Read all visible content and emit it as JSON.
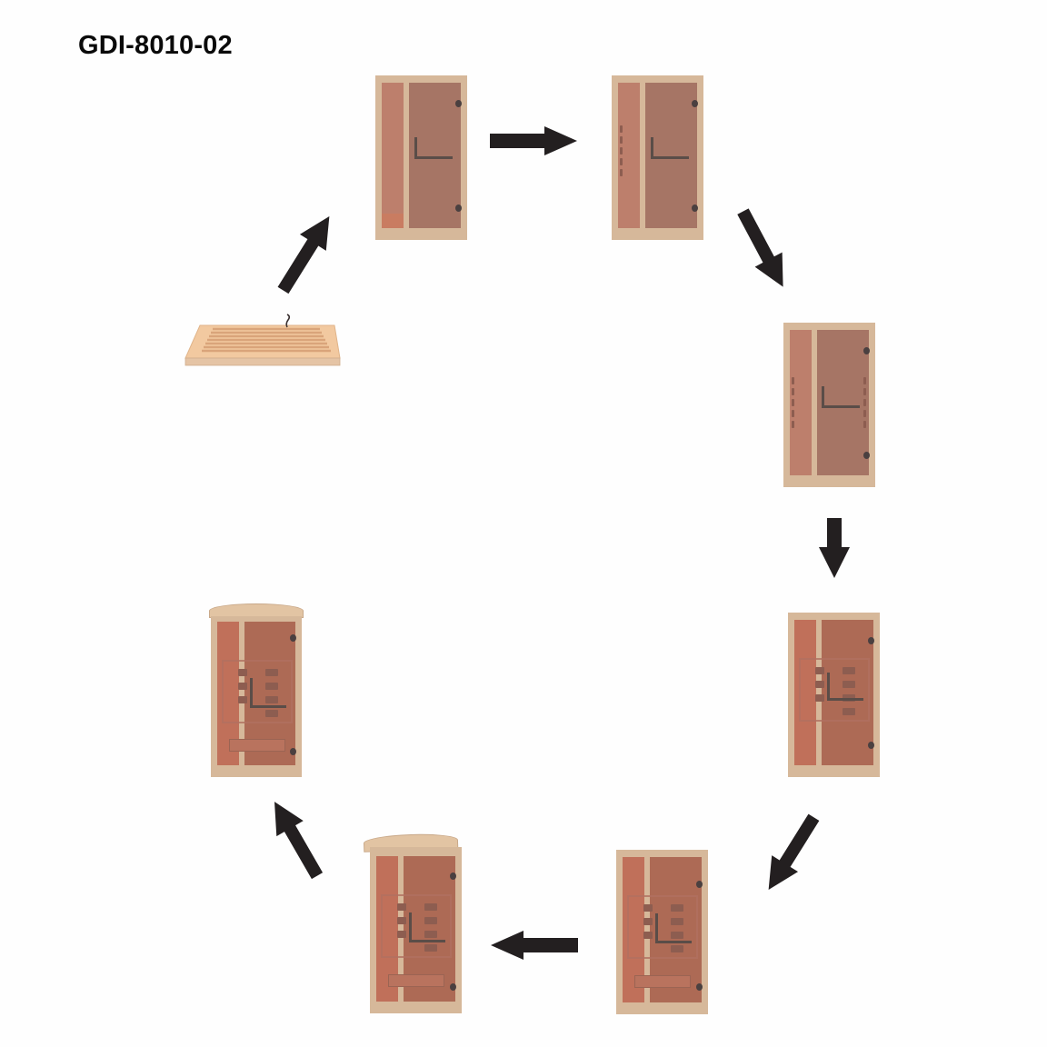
{
  "title": "GDI-8010-02",
  "diagram": {
    "type": "assembly-sequence",
    "subject": "infrared sauna cabin",
    "direction": "clockwise",
    "colors": {
      "frame": "#d6b89a",
      "side_glass": "#bd7f6c",
      "door_glass": "#a67565",
      "arrow": "#231f20",
      "hardware": "#4a4040",
      "floor_wood": "#f0c9a0"
    },
    "steps": [
      {
        "index": 1,
        "name": "floor-base",
        "description": "Floor base with slatted panel and power cable"
      },
      {
        "index": 2,
        "name": "front-panel",
        "description": "Front glass panel and door installed"
      },
      {
        "index": 3,
        "name": "left-wall",
        "description": "Side wall with heater panels added"
      },
      {
        "index": 4,
        "name": "right-wall",
        "description": "Opposite side wall with heater panels added"
      },
      {
        "index": 5,
        "name": "back-wall",
        "description": "Back wall with heaters and backrest"
      },
      {
        "index": 6,
        "name": "bench",
        "description": "Bench and lower heater installed"
      },
      {
        "index": 7,
        "name": "roof-placing",
        "description": "Roof being placed on top"
      },
      {
        "index": 8,
        "name": "completed",
        "description": "Completed sauna with roof"
      }
    ],
    "arrows": [
      {
        "from": 1,
        "to": 2,
        "icon": "arrow-up-right-icon"
      },
      {
        "from": 2,
        "to": 3,
        "icon": "arrow-right-icon"
      },
      {
        "from": 3,
        "to": 4,
        "icon": "arrow-down-right-icon"
      },
      {
        "from": 4,
        "to": 5,
        "icon": "arrow-down-icon"
      },
      {
        "from": 5,
        "to": 6,
        "icon": "arrow-down-left-icon"
      },
      {
        "from": 6,
        "to": 7,
        "icon": "arrow-left-icon"
      },
      {
        "from": 7,
        "to": 8,
        "icon": "arrow-up-left-icon"
      }
    ]
  }
}
